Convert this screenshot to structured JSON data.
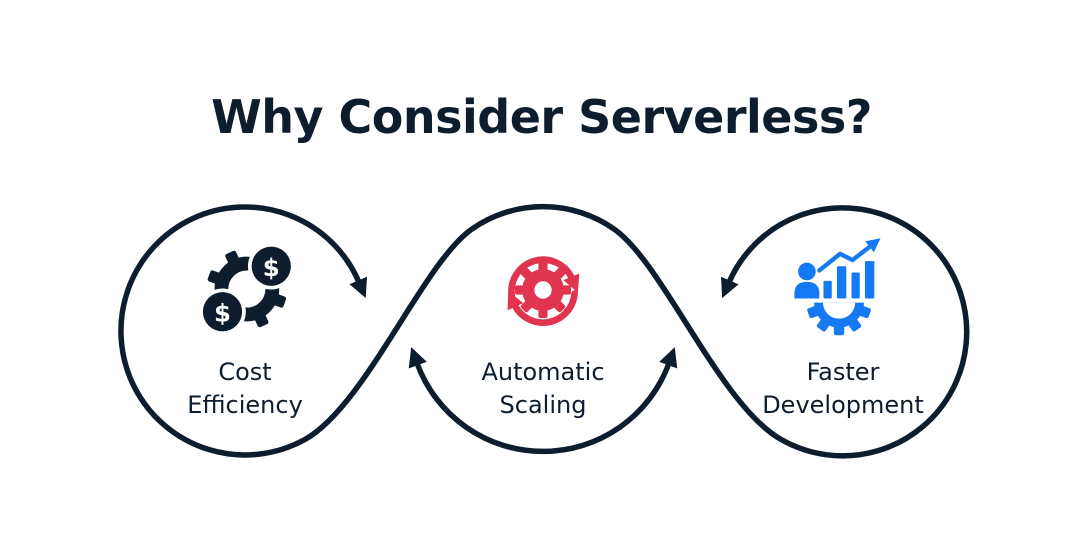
{
  "title": "Why Consider Serverless?",
  "currency": "$",
  "benefits": [
    {
      "line1": "Cost",
      "line2": "Efficiency",
      "icon": "dollar-gear-icon",
      "accent": "#0e1d2d"
    },
    {
      "line1": "Automatic",
      "line2": "Scaling",
      "icon": "sync-gear-icon",
      "accent": "#e0344f"
    },
    {
      "line1": "Faster",
      "line2": "Development",
      "icon": "growth-chart-gear-icon",
      "accent": "#1479f2"
    }
  ],
  "colors": {
    "navy": "#0e1d2d",
    "red": "#e0344f",
    "blue": "#1479f2",
    "background": "#ffffff"
  }
}
